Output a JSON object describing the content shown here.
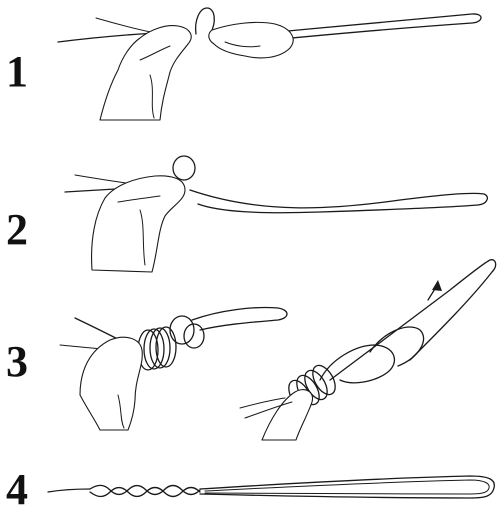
{
  "steps": [
    {
      "number": "1"
    },
    {
      "number": "2"
    },
    {
      "number": "3"
    },
    {
      "number": "4"
    }
  ],
  "colors": {
    "ink": "#1a1a1a",
    "background": "#ffffff"
  },
  "icons": {
    "arrow": "arrow-icon"
  }
}
